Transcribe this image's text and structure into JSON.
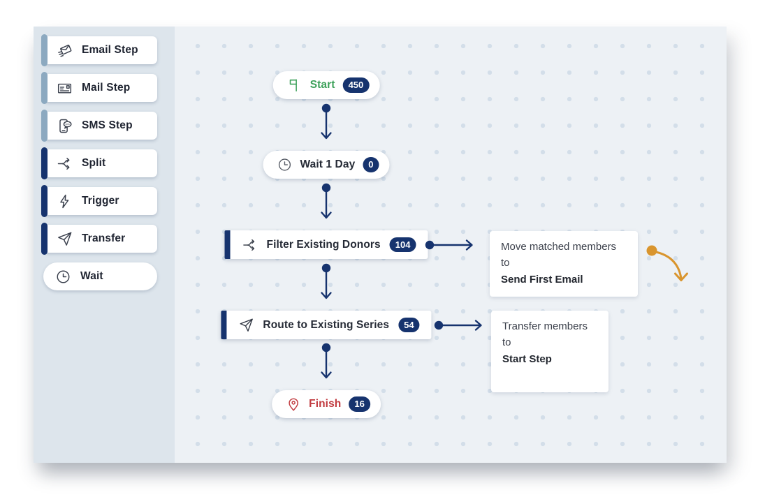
{
  "palette": {
    "navy": "#16336e",
    "green": "#3da15a",
    "red": "#c13a3f",
    "orange": "#d9952e",
    "sidebar_bg": "#dde5ec",
    "canvas_bg": "#edf1f5",
    "dot_color": "#d3dee9",
    "muted_accent": "#8ca9c0"
  },
  "icons": {
    "sms_bubble_label": "sms"
  },
  "sidebar": {
    "items": [
      {
        "label": "Email Step",
        "icon": "email-send-icon",
        "accent": "slate"
      },
      {
        "label": "Mail Step",
        "icon": "envelope-icon",
        "accent": "slate"
      },
      {
        "label": "SMS Step",
        "icon": "sms-phone-icon",
        "accent": "slate"
      },
      {
        "label": "Split",
        "icon": "split-branch-icon",
        "accent": "navy"
      },
      {
        "label": "Trigger",
        "icon": "lightning-icon",
        "accent": "navy"
      },
      {
        "label": "Transfer",
        "icon": "paper-plane-icon",
        "accent": "navy"
      },
      {
        "label": "Wait",
        "icon": "clock-icon",
        "accent": "none"
      }
    ]
  },
  "flow": {
    "nodes": [
      {
        "id": "start",
        "label": "Start",
        "count": "450",
        "icon": "start-flag-icon"
      },
      {
        "id": "wait",
        "label": "Wait 1 Day",
        "count": "0",
        "icon": "clock-icon"
      },
      {
        "id": "filter",
        "label": "Filter Existing Donors",
        "count": "104",
        "icon": "split-branch-icon"
      },
      {
        "id": "route",
        "label": "Route to Existing Series",
        "count": "54",
        "icon": "paper-plane-icon"
      },
      {
        "id": "finish",
        "label": "Finish",
        "count": "16",
        "icon": "finish-pin-icon"
      }
    ],
    "annotations": [
      {
        "line1": "Move matched members to",
        "line2": "Send First Email"
      },
      {
        "line1": "Transfer members to",
        "line2": "Start Step"
      }
    ]
  }
}
